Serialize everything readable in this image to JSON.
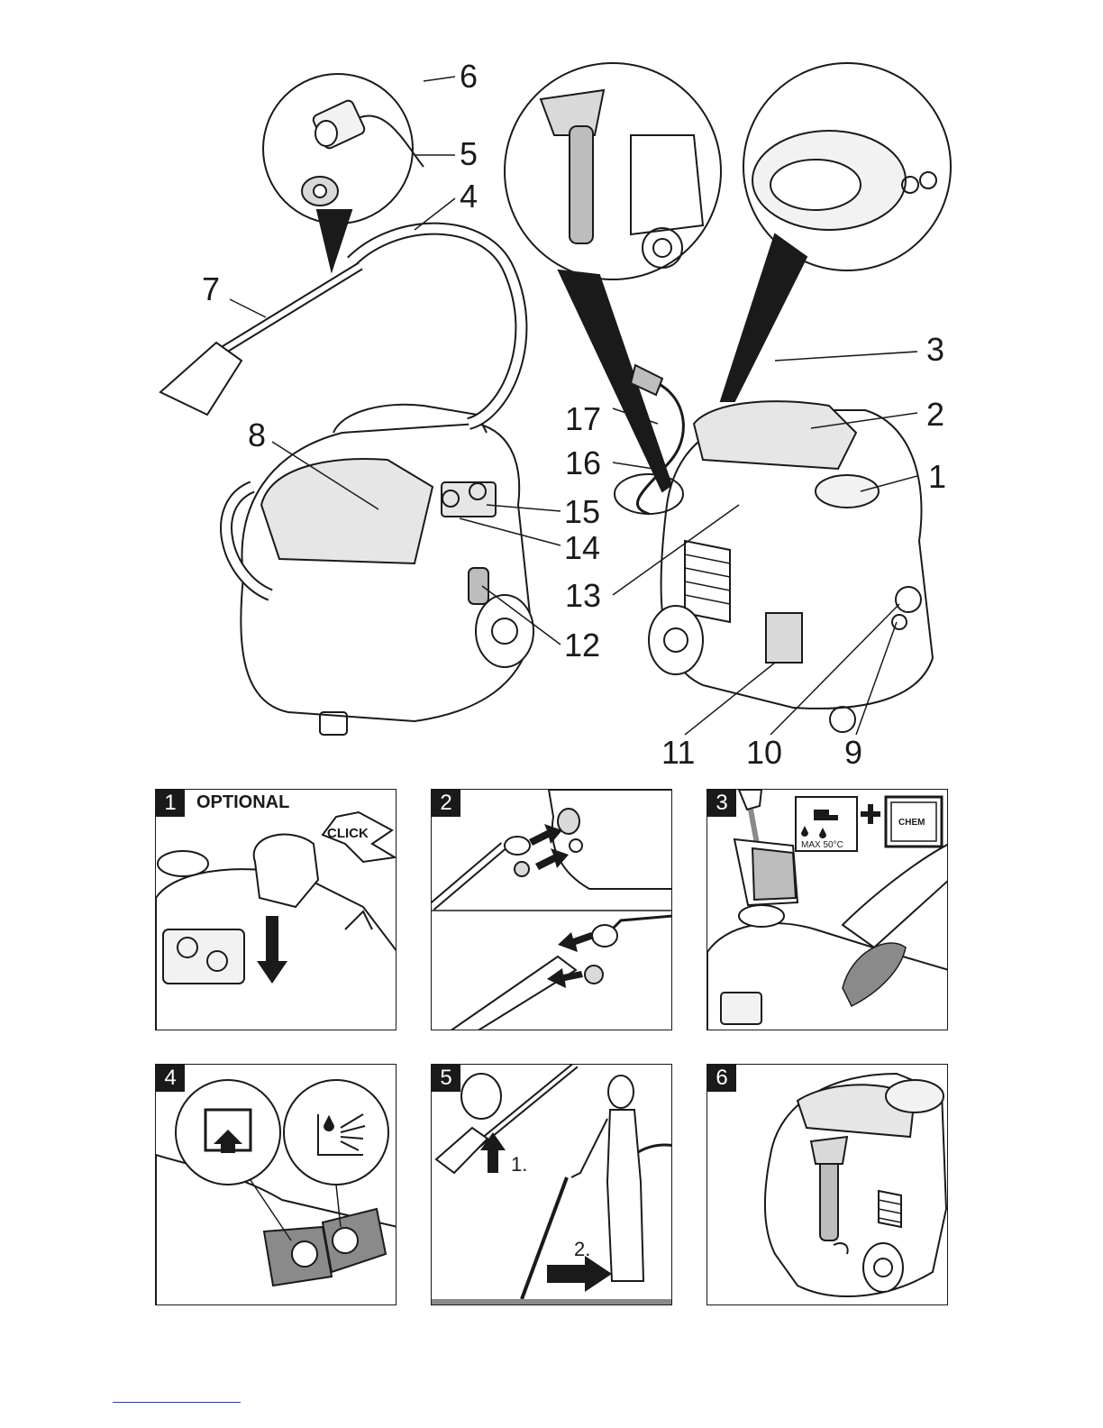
{
  "callouts": [
    {
      "num": "1"
    },
    {
      "num": "2"
    },
    {
      "num": "3"
    },
    {
      "num": "4"
    },
    {
      "num": "5"
    },
    {
      "num": "6"
    },
    {
      "num": "7"
    },
    {
      "num": "8"
    },
    {
      "num": "9"
    },
    {
      "num": "10"
    },
    {
      "num": "11"
    },
    {
      "num": "12"
    },
    {
      "num": "13"
    },
    {
      "num": "14"
    },
    {
      "num": "15"
    },
    {
      "num": "16"
    },
    {
      "num": "17"
    }
  ],
  "steps": [
    {
      "num": "1",
      "label": "OPTIONAL",
      "badge": "CLICK"
    },
    {
      "num": "2"
    },
    {
      "num": "3",
      "temp_label": "MAX 50°C",
      "chem_label": "CHEM"
    },
    {
      "num": "4"
    },
    {
      "num": "5",
      "substep1": "1.",
      "substep2": "2."
    },
    {
      "num": "6"
    }
  ],
  "colors": {
    "ink": "#1a1a1a",
    "fill_light": "#e6e6e6",
    "fill_mid": "#bdbdbd",
    "fill_dark": "#8a8a8a",
    "link": "#2e3d9e"
  }
}
